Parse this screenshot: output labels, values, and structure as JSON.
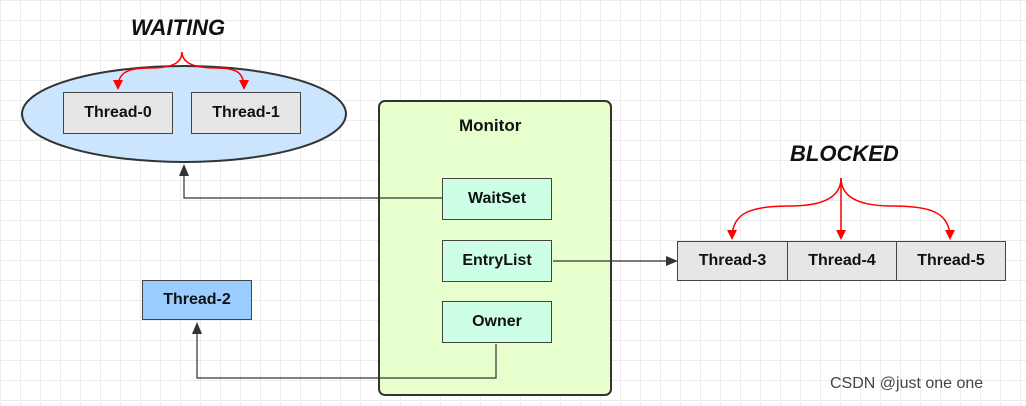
{
  "diagram": {
    "waiting_label": "WAITING",
    "blocked_label": "BLOCKED",
    "monitor": {
      "title": "Monitor",
      "wait_set": "WaitSet",
      "entry_list": "EntryList",
      "owner": "Owner"
    },
    "waiting_threads": [
      "Thread-0",
      "Thread-1"
    ],
    "blocked_threads": [
      "Thread-3",
      "Thread-4",
      "Thread-5"
    ],
    "owner_thread": "Thread-2"
  },
  "watermark": "CSDN @just one one",
  "colors": {
    "waiting_ellipse": "#cce5ff",
    "monitor_fill": "#e6ffcc",
    "monitor_slot": "#ccffe6",
    "owner_thread": "#99ccff",
    "thread_box": "#e6e6e6",
    "state_arrow": "#ff0000"
  }
}
